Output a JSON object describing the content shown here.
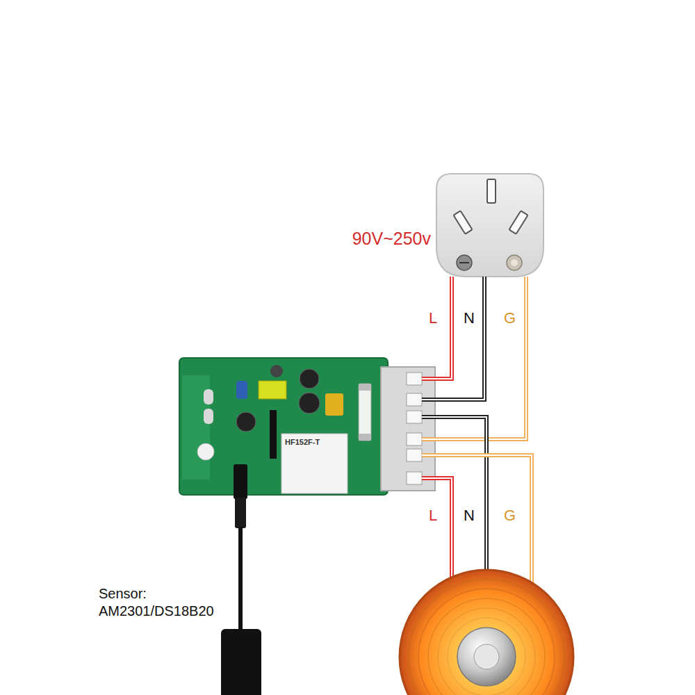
{
  "diagram": {
    "labels": [
      "90V~250v",
      "L",
      "N",
      "G",
      "L",
      "N",
      "G",
      "Sensor: AM2301/DS18B20",
      "HF152F-T"
    ]
  }
}
